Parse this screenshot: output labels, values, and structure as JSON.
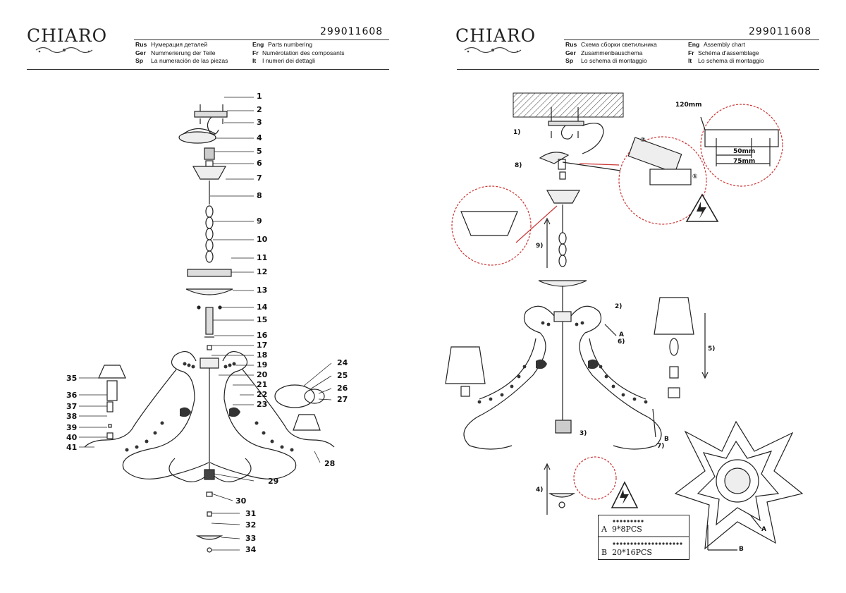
{
  "brand": "CHIARO",
  "left": {
    "code": "299011608",
    "langs": [
      {
        "code": "Rus",
        "text": "Нумерация деталей"
      },
      {
        "code": "Ger",
        "text": "Nummerierung der Teile"
      },
      {
        "code": "Sp",
        "text": "La numeración de las piezas"
      },
      {
        "code": "Eng",
        "text": "Parts numbering"
      },
      {
        "code": "Fr",
        "text": "Numérotation des composants"
      },
      {
        "code": "It",
        "text": "I numeri dei dettagli"
      }
    ]
  },
  "right": {
    "code": "299011608",
    "langs": [
      {
        "code": "Rus",
        "text": "Схема сборки светильника"
      },
      {
        "code": "Ger",
        "text": "Zusammenbauschema"
      },
      {
        "code": "Sp",
        "text": "Lo schema di montaggio"
      },
      {
        "code": "Eng",
        "text": "Assembly chart"
      },
      {
        "code": "Fr",
        "text": "Schéma d'assemblage"
      },
      {
        "code": "It",
        "text": "Lo schema di montaggio"
      }
    ]
  },
  "part_numbers": [
    "1",
    "2",
    "3",
    "4",
    "5",
    "6",
    "7",
    "8",
    "9",
    "10",
    "11",
    "12",
    "13",
    "14",
    "15",
    "16",
    "17",
    "18",
    "19",
    "20",
    "21",
    "22",
    "23",
    "24",
    "25",
    "26",
    "27",
    "28",
    "29",
    "30",
    "31",
    "32",
    "33",
    "34",
    "35",
    "36",
    "37",
    "38",
    "39",
    "40",
    "41"
  ],
  "steps": [
    "1)",
    "2)",
    "3)",
    "4)",
    "5)",
    "6)",
    "7)",
    "8)",
    "9)"
  ],
  "callouts": {
    "a": "A",
    "b": "B"
  },
  "dims": {
    "box": "120mm",
    "d1": "50mm",
    "d2": "75mm",
    "c1": "①",
    "c2": "②"
  },
  "legend": [
    {
      "key": "A",
      "text": "9*8PCS"
    },
    {
      "key": "B",
      "text": "20*16PCS"
    }
  ],
  "icons": [
    "high-voltage-warning-icon",
    "ornament-icon"
  ]
}
